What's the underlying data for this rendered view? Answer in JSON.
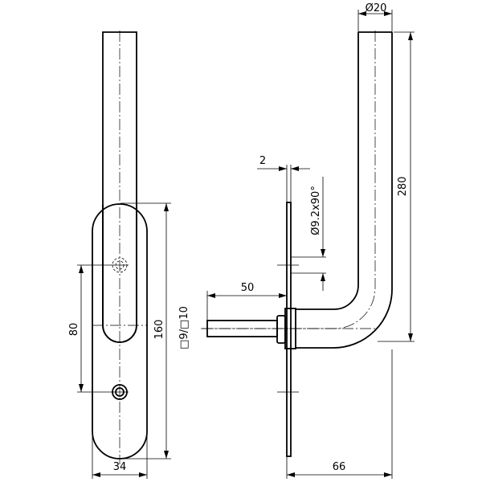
{
  "drawing": {
    "front_view": {
      "dim_hole_spacing": "80",
      "dim_plate_height": "160",
      "dim_plate_width": "34"
    },
    "side_view": {
      "dim_plate_thickness": "2",
      "dim_countersink": "Ø9.2x90°",
      "dim_spindle_length": "50",
      "dim_spindle_square": "□9/□10",
      "dim_projection": "66",
      "dim_height": "280",
      "dim_tube_diameter": "Ø20"
    }
  }
}
